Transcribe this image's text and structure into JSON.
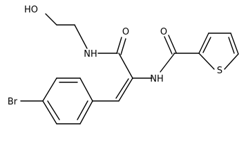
{
  "molecule": {
    "atoms": {
      "hydroxyl": "HO",
      "amide_nh_top": "NH",
      "carbonyl_o_left": "O",
      "amide_nh_center": "NH",
      "carbonyl_o_right": "O",
      "thiophene_s": "S",
      "bromine": "Br"
    }
  }
}
